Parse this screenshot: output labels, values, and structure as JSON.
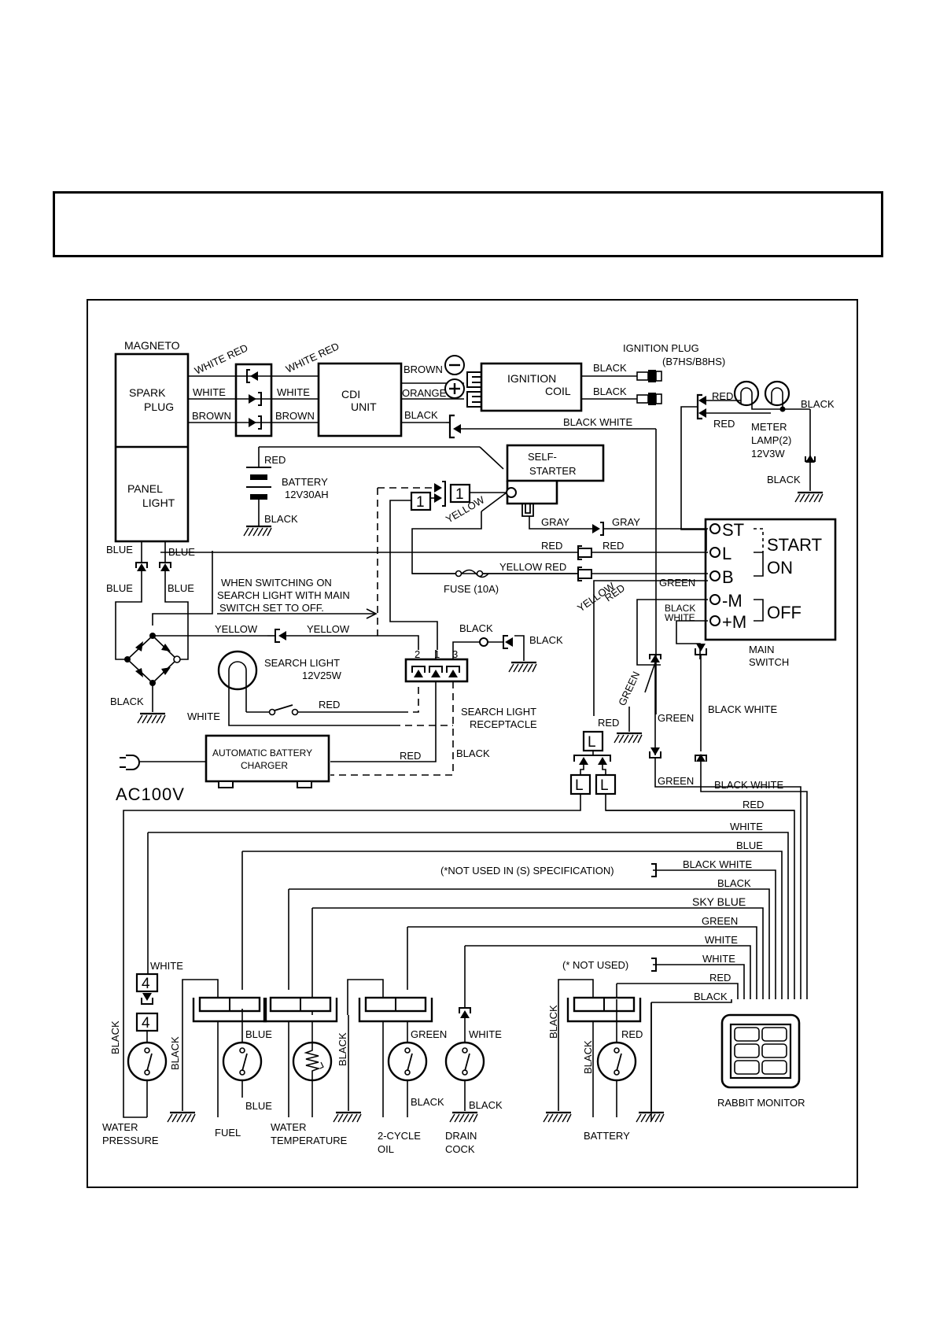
{
  "title_box": {
    "text": ""
  },
  "components": {
    "magneto": "MAGNETO",
    "spark_plug": [
      "SPARK",
      "PLUG"
    ],
    "panel_light": [
      "PANEL",
      "LIGHT"
    ],
    "cdi_unit": [
      "CDI",
      "UNIT"
    ],
    "ignition_coil": [
      "IGNITION",
      "COIL"
    ],
    "ignition_plug": [
      "IGNITION PLUG",
      "(B7HS/B8HS)"
    ],
    "meter_lamp": [
      "METER",
      "LAMP(2)",
      "12V3W"
    ],
    "battery": [
      "BATTERY",
      "12V30AH"
    ],
    "self_starter": [
      "SELF-",
      "STARTER"
    ],
    "main_switch": {
      "label": [
        "MAIN",
        "SWITCH"
      ],
      "terminals": [
        "ST",
        "L",
        "B",
        "-M",
        "+M"
      ],
      "positions": [
        "START",
        "ON",
        "OFF"
      ]
    },
    "fuse": "FUSE (10A)",
    "search_light": [
      "SEARCH LIGHT",
      "12V25W"
    ],
    "search_light_receptacle": [
      "SEARCH LIGHT",
      "RECEPTACLE"
    ],
    "receptacle_pins": [
      "2",
      "1",
      "3"
    ],
    "charger": [
      "AUTOMATIC BATTERY",
      "CHARGER"
    ],
    "ac_supply": "AC100V",
    "note": [
      "WHEN SWITCHING ON",
      "SEARCH LIGHT WITH MAIN",
      "SWITCH SET TO OFF."
    ],
    "rabbit_monitor": "RABBIT MONITOR",
    "connector_1": "1",
    "connector_4": "4",
    "connector_L": "L"
  },
  "wire_labels": {
    "white_red": "WHITE RED",
    "white": "WHITE",
    "brown": "BROWN",
    "orange": "ORANGE",
    "black": "BLACK",
    "black_white": "BLACK WHITE",
    "red": "RED",
    "blue": "BLUE",
    "yellow": "YELLOW",
    "yellow_red": "YELLOW RED",
    "gray": "GRAY",
    "green": "GREEN",
    "sky_blue": "SKY BLUE",
    "black_white_split": [
      "BLACK",
      "WHITE"
    ]
  },
  "harness_labels": [
    "RED",
    "WHITE",
    "BLUE",
    "BLACK WHITE",
    "BLACK",
    "SKY BLUE",
    "GREEN",
    "WHITE",
    "WHITE",
    "RED",
    "BLACK"
  ],
  "notes": {
    "not_used_s_spec": "(*NOT USED IN (S) SPECIFICATION)",
    "not_used": "(* NOT USED)"
  },
  "sensors": {
    "water_pressure": [
      "WATER",
      "PRESSURE"
    ],
    "fuel": "FUEL",
    "water_temperature": [
      "WATER",
      "TEMPERATURE"
    ],
    "two_cycle_oil": [
      "2-CYCLE",
      "OIL"
    ],
    "drain_cock": [
      "DRAIN",
      "COCK"
    ],
    "battery": "BATTERY"
  }
}
